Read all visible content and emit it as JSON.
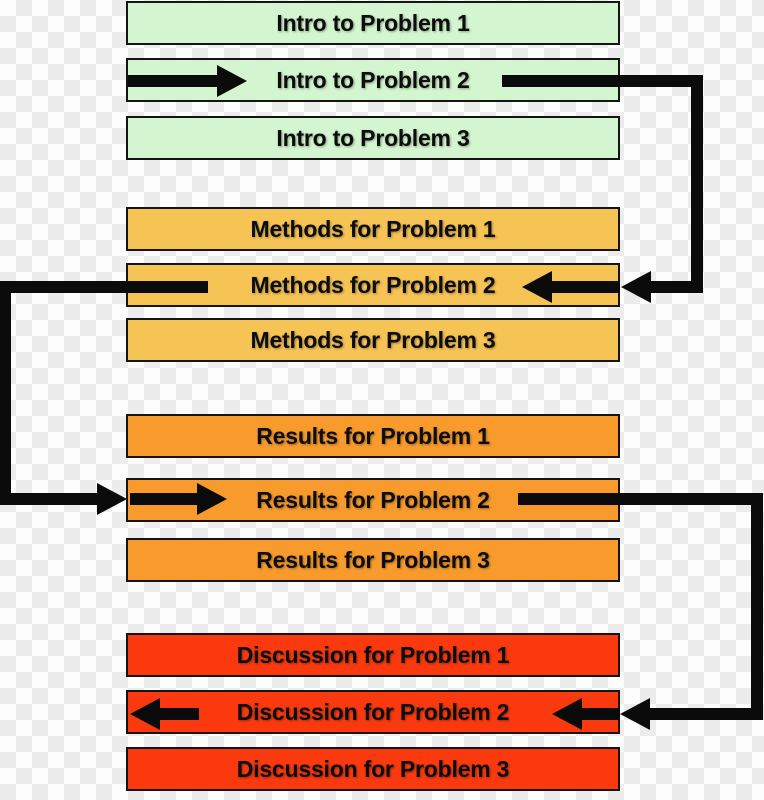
{
  "diagram": {
    "background_checker_colors": [
      "#fdfdfd",
      "#ececec"
    ],
    "box_border_color": "#141414",
    "arrow_color": "#0b0b0b",
    "sections": [
      {
        "name": "intro",
        "color": "#D3F5CF",
        "rows": [
          "Intro to Problem 1",
          "Intro to Problem 2",
          "Intro to Problem 3"
        ]
      },
      {
        "name": "methods",
        "color": "#F6C355",
        "rows": [
          "Methods for Problem 1",
          "Methods for Problem 2",
          "Methods for Problem 3"
        ]
      },
      {
        "name": "results",
        "color": "#F89B2C",
        "rows": [
          "Results for Problem 1",
          "Results for Problem 2",
          "Results for Problem 3"
        ]
      },
      {
        "name": "discussion",
        "color": "#FA3A0E",
        "rows": [
          "Discussion for Problem 1",
          "Discussion for Problem 2",
          "Discussion for Problem 3"
        ]
      }
    ]
  }
}
